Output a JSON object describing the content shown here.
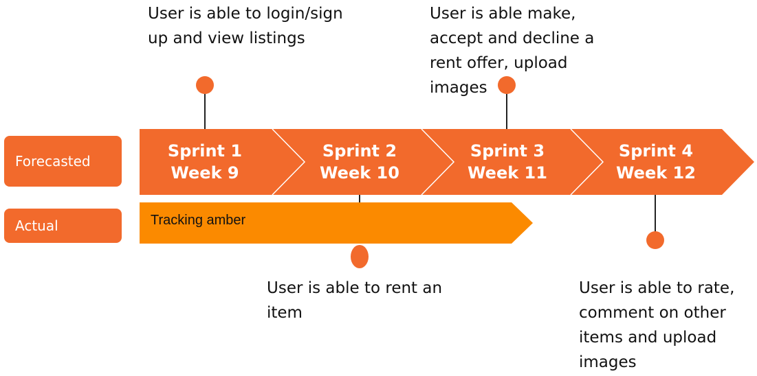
{
  "rows": {
    "forecasted_label": "Forecasted",
    "actual_label": "Actual"
  },
  "sprints": [
    {
      "sprint": "Sprint 1",
      "week": "Week 9"
    },
    {
      "sprint": "Sprint 2",
      "week": "Week 10"
    },
    {
      "sprint": "Sprint 3",
      "week": "Week 11"
    },
    {
      "sprint": "Sprint 4",
      "week": "Week 12"
    }
  ],
  "actual_bar": {
    "label": "Tracking amber"
  },
  "milestones": {
    "sprint1": "User is able to login/sign up and view listings",
    "sprint2": "User is able to rent an item",
    "sprint3": "User is able make, accept and decline a rent offer, upload images",
    "sprint4": "User is able to rate, comment on other items and upload images"
  },
  "colors": {
    "forecast": "#f26a2c",
    "actual": "#fb8a00",
    "text": "#111111"
  }
}
